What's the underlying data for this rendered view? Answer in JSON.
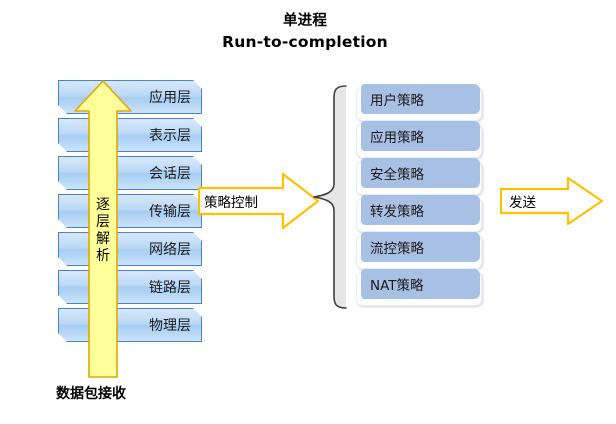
{
  "title": {
    "line1": "单进程",
    "line2": "Run-to-completion"
  },
  "osi_stack": {
    "name": "osi-layer-stack",
    "layers": [
      {
        "label": "应用层"
      },
      {
        "label": "表示层"
      },
      {
        "label": "会话层"
      },
      {
        "label": "传输层"
      },
      {
        "label": "网络层"
      },
      {
        "label": "链路层"
      },
      {
        "label": "物理层"
      }
    ]
  },
  "up_arrow": {
    "label_chars": [
      "逐",
      "层",
      "解",
      "析"
    ],
    "label": "逐层解析",
    "fill": "#ffff99",
    "stroke": "#e0a800"
  },
  "bottom_caption": "数据包接收",
  "mid_arrow": {
    "label": "策略控制",
    "fill": "#ffffff",
    "stroke": "#ffc000"
  },
  "brace": {
    "name": "curly-brace",
    "fill": "#e6e6e6",
    "stroke": "#404040"
  },
  "policies": {
    "items": [
      {
        "label": "用户策略"
      },
      {
        "label": "应用策略"
      },
      {
        "label": "安全策略"
      },
      {
        "label": "转发策略"
      },
      {
        "label": "流控策略"
      },
      {
        "label": "NAT策略"
      }
    ],
    "fill": "#a8c0e4"
  },
  "send_arrow": {
    "label": "发送",
    "fill": "#ffffff",
    "stroke": "#ffc000"
  },
  "colors": {
    "background": "#ffffff",
    "layer_border": "#4a84c4",
    "layer_fill_light": "#d7e8fb",
    "layer_fill_mid": "#a6cdf2",
    "arrow_gold": "#ffc000",
    "arrow_yellow": "#ffff99",
    "policy_blue": "#a8c0e4",
    "text": "#000000"
  }
}
